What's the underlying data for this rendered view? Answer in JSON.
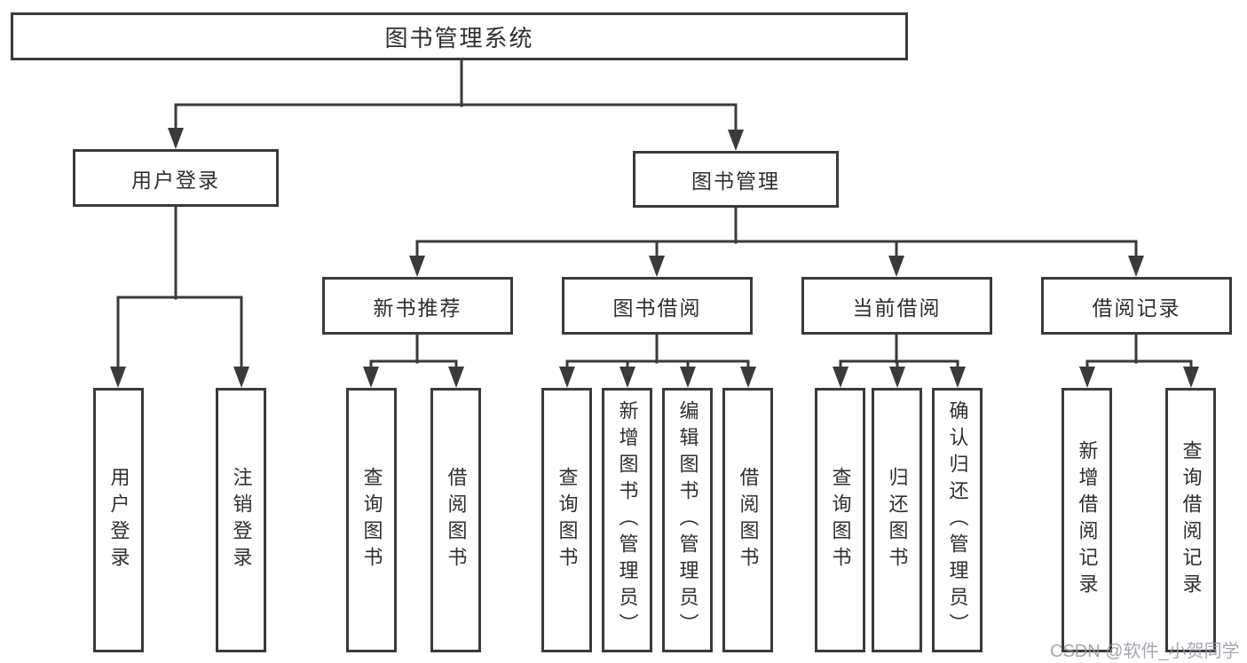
{
  "diagram": {
    "tree": {
      "label": "图书管理系统",
      "children": [
        {
          "label": "用户登录",
          "children": [
            {
              "label": "用户登录"
            },
            {
              "label": "注销登录"
            }
          ]
        },
        {
          "label": "图书管理",
          "children": [
            {
              "label": "新书推荐",
              "children": [
                {
                  "label": "查询图书"
                },
                {
                  "label": "借阅图书"
                }
              ]
            },
            {
              "label": "图书借阅",
              "children": [
                {
                  "label": "查询图书"
                },
                {
                  "label": "新增图书（管理员）"
                },
                {
                  "label": "编辑图书（管理员）"
                },
                {
                  "label": "借阅图书"
                }
              ]
            },
            {
              "label": "当前借阅",
              "children": [
                {
                  "label": "查询图书"
                },
                {
                  "label": "归还图书"
                },
                {
                  "label": "确认归还（管理员）"
                }
              ]
            },
            {
              "label": "借阅记录",
              "children": [
                {
                  "label": "新增借阅记录"
                },
                {
                  "label": "查询借阅记录"
                }
              ]
            }
          ]
        }
      ]
    },
    "colors": {
      "line": "#3a3a3a",
      "text": "#2f2f2f",
      "background": "#ffffff",
      "watermark": "#9498a0"
    },
    "watermark": "CSDN @软件_小贺同学"
  }
}
